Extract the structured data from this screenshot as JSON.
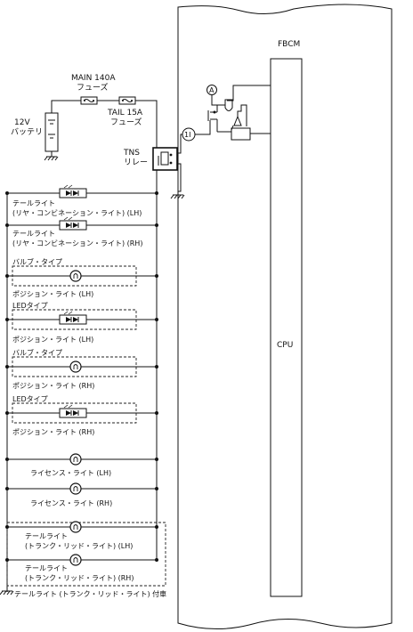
{
  "module": {
    "label": "FBCM",
    "cpu_label": "CPU"
  },
  "fuses": {
    "main": {
      "line1": "MAIN 140A",
      "line2": "フューズ"
    },
    "tail": {
      "line1": "TAIL 15A",
      "line2": "フューズ"
    }
  },
  "battery": {
    "line1": "12V",
    "line2": "バッテリ"
  },
  "relay": {
    "line1": "TNS",
    "line2": "リレー"
  },
  "circuit_markers": {
    "current_sensor": "A",
    "relay_driver": "1I"
  },
  "loads": [
    {
      "group": "",
      "line1": "テールライト",
      "line2": "(リヤ・コンビネーション・ライト) (LH)"
    },
    {
      "group": "",
      "line1": "テールライト",
      "line2": "(リヤ・コンビネーション・ライト) (RH)"
    },
    {
      "group": "バルブ・タイプ",
      "line1": "ポジション・ライト (LH)"
    },
    {
      "group": "LEDタイプ",
      "line1": "ポジション・ライト (LH)"
    },
    {
      "group": "バルブ・タイプ",
      "line1": "ポジション・ライト (RH)"
    },
    {
      "group": "LEDタイプ",
      "line1": "ポジション・ライト (RH)"
    },
    {
      "group": "",
      "line1": "ライセンス・ライト (LH)"
    },
    {
      "group": "",
      "line1": "ライセンス・ライト (RH)"
    },
    {
      "group": "",
      "line1": "テールライト",
      "line2": "(トランク・リッド・ライト) (LH)"
    },
    {
      "group": "",
      "line1": "テールライト",
      "line2": "(トランク・リッド・ライト) (RH)"
    }
  ],
  "footnote": "テールライト (トランク・リッド・ライト) 付車",
  "icons": [
    "fuse-icon",
    "battery-icon",
    "relay-icon",
    "led-icon",
    "bulb-icon",
    "ground-icon",
    "transistor-icon"
  ]
}
